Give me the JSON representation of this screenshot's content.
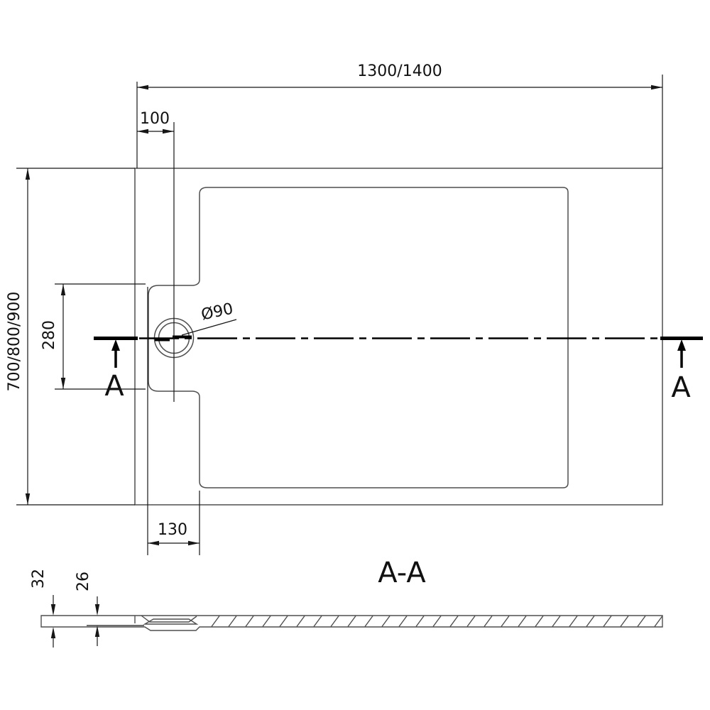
{
  "drawing": {
    "type": "technical-drawing-shower-tray",
    "labels": {
      "width": "1300/1400",
      "drain_offset": "100",
      "depth": "700/800/900",
      "recess_height": "280",
      "drain_diameter": "Ø90",
      "recess_width": "130",
      "section_left": "A",
      "section_right": "A",
      "section_title": "A-A",
      "thickness_total": "32",
      "thickness_min": "26"
    },
    "colors": {
      "background": "#ffffff",
      "geometry_line": "#4f4f4f",
      "dimension_line": "#161616",
      "section_line": "#000000",
      "text": "#111111"
    }
  }
}
